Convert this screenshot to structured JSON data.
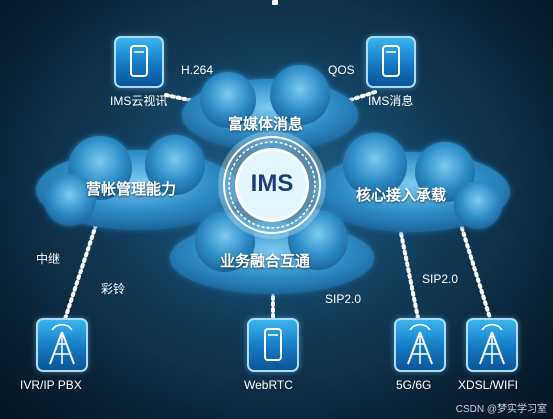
{
  "clouds": {
    "top": "富媒体消息",
    "left": "营帐管理能力",
    "right": "核心接入承载",
    "bottom": "业务融合互通"
  },
  "center": {
    "label": "IMS"
  },
  "devices": {
    "ims_video": "IMS云视讯",
    "ims_message": "IMS消息",
    "ivr_pbx": "IVR/IP PBX",
    "webrtc": "WebRTC",
    "g5g6": "5G/6G",
    "xdsl_wifi": "XDSL/WIFI"
  },
  "links": {
    "h264": "H.264",
    "qos": "QOS",
    "relay": "中继",
    "ringtone": "彩铃",
    "sip_bottom": "SIP2.0",
    "sip_right": "SIP2.0"
  },
  "watermark": "CSDN @梦实学习室",
  "colors": {
    "cloud": "#2f8fc7",
    "device": "#1c8fd9",
    "center_ring": "#ffffff"
  }
}
